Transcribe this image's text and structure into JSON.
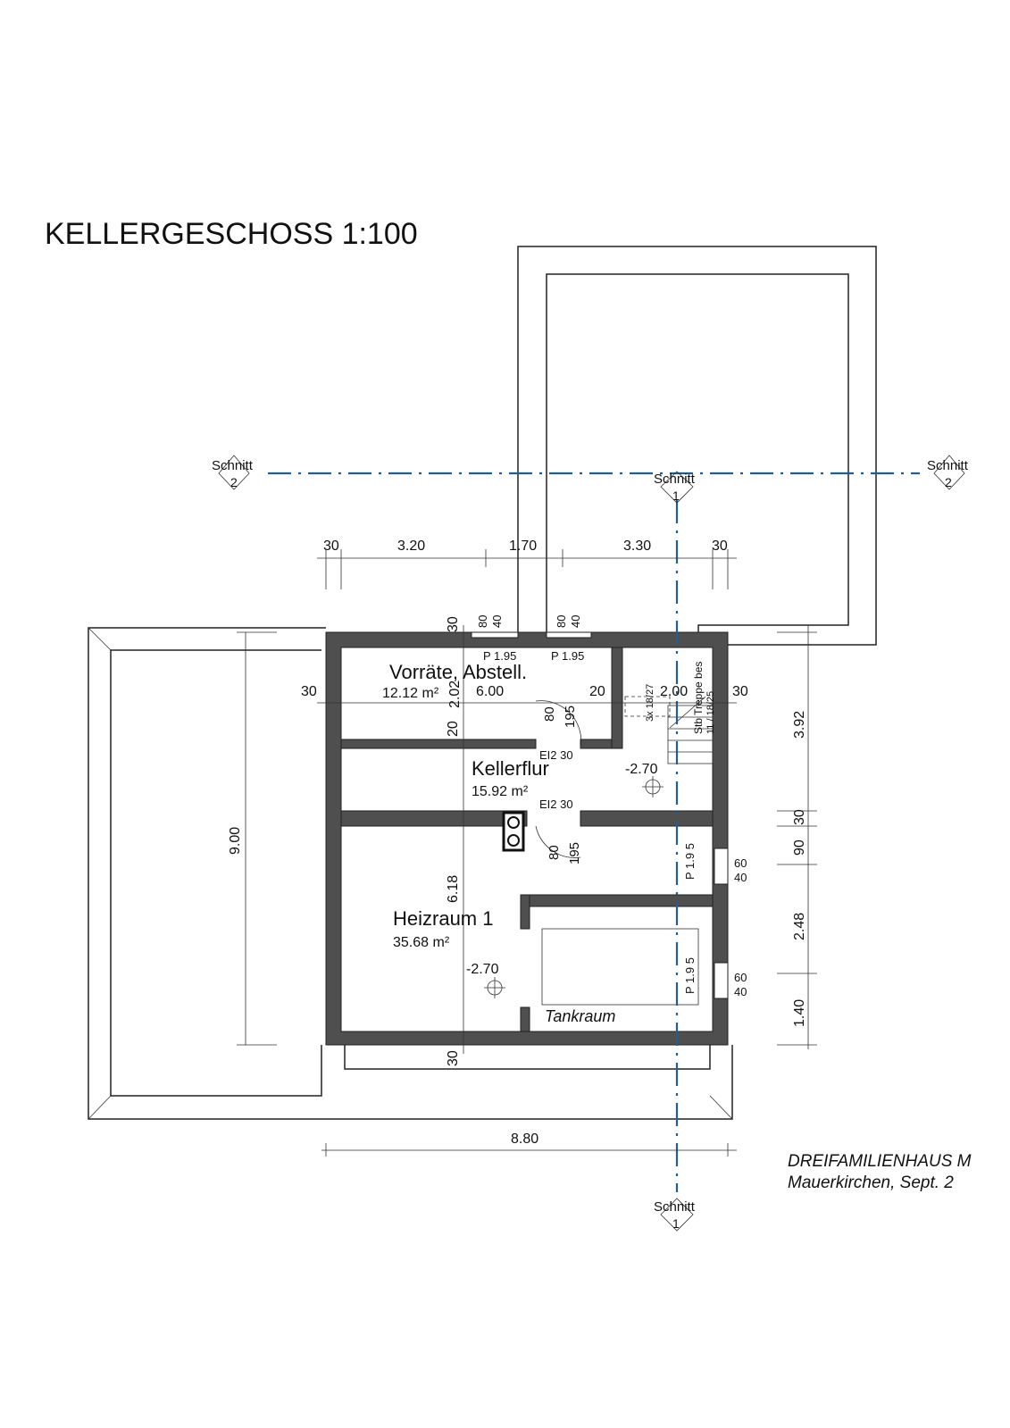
{
  "title": "KELLERGESCHOSS 1:100",
  "project": {
    "line1": "DREIFAMILIENHAUS  M",
    "line2": "Mauerkirchen,    Sept. 2"
  },
  "section_marks": [
    {
      "label": "Schnitt",
      "number": "2"
    },
    {
      "label": "Schnitt",
      "number": "1"
    },
    {
      "label": "Schnitt",
      "number": "2"
    },
    {
      "label": "Schnitt",
      "number": "1"
    }
  ],
  "rooms": {
    "vorraete": {
      "name": "Vorräte, Abstell.",
      "area": "12.12 m²"
    },
    "kellerflur": {
      "name": "Kellerflur",
      "area": "15.92 m²",
      "level": "-2.70"
    },
    "heizraum": {
      "name": "Heizraum 1",
      "area": "35.68 m²",
      "level": "-2.70"
    },
    "tankraum": {
      "name": "Tankraum"
    }
  },
  "dimensions": {
    "top": [
      "30",
      "3.20",
      "1.70",
      "3.30",
      "30"
    ],
    "bottom": "8.80",
    "left_total": "9.00",
    "right": [
      "3.92",
      "30",
      "90",
      "2.48",
      "1.40"
    ],
    "interior": [
      "30",
      "2.02",
      "20",
      "6.18",
      "30",
      "6.00",
      "20",
      "2.00",
      "30",
      "30"
    ],
    "windows": [
      "80",
      "40",
      "80",
      "40",
      "60",
      "40",
      "60",
      "40"
    ],
    "parapets": [
      "P 1.95",
      "P 1.95",
      "P 1.9 5",
      "P 1.9 5"
    ],
    "doors": [
      {
        "w": "80",
        "h": "195",
        "fire": "EI2 30"
      },
      {
        "w": "80",
        "h": "195",
        "fire": "EI2 30"
      }
    ],
    "stair": {
      "label": "Stb Treppe bes",
      "steps": "11 / 18/25",
      "steps2": "3x 18/27"
    }
  },
  "colors": {
    "wall": "#4f4f4f",
    "section_axis": "#1f5f96"
  }
}
